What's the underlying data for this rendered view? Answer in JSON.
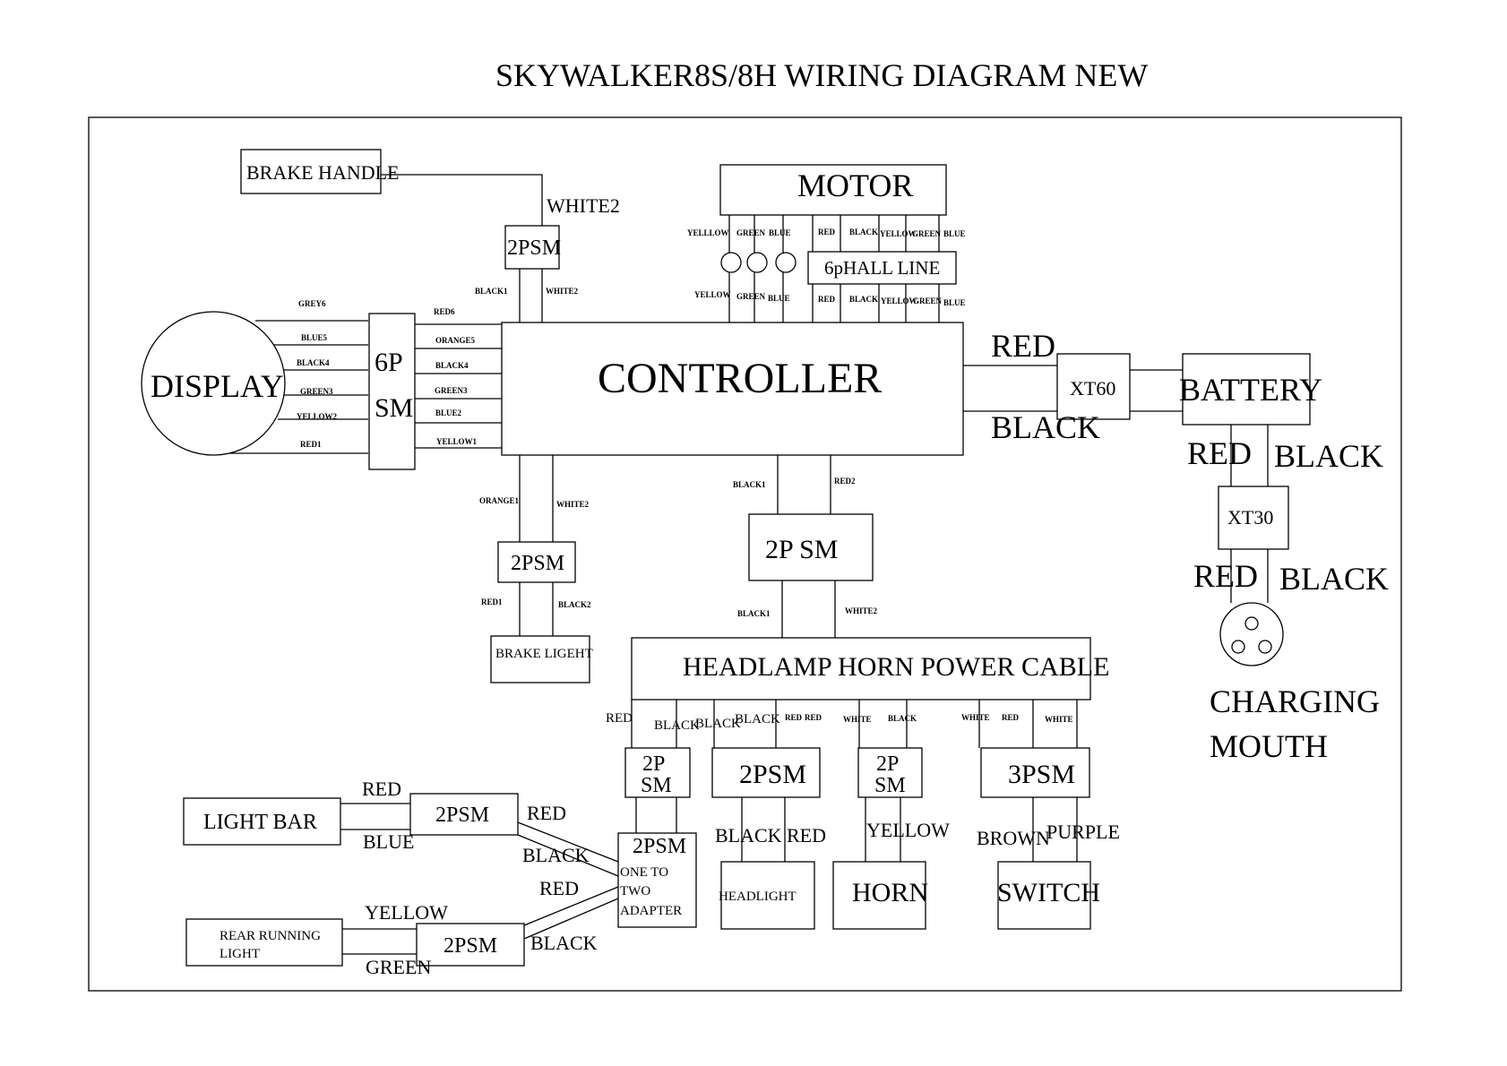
{
  "title": "SKYWALKER8S/8H WIRING DIAGRAM NEW",
  "components": {
    "brake_handle": "BRAKE HANDLE",
    "motor": "MOTOR",
    "hall_line": "6pHALL LINE",
    "display": "DISPLAY",
    "conn_6p": "6P",
    "conn_sm": "SM",
    "controller": "CONTROLLER",
    "xt60": "XT60",
    "battery": "BATTERY",
    "xt30": "XT30",
    "charging_mouth_1": "CHARGING",
    "charging_mouth_2": "MOUTH",
    "brake_2psm": "2PSM",
    "brake_light_2psm": "2PSM",
    "brake_light": "BRAKE LIGEHT",
    "ctrl_2psm": "2P SM",
    "headlamp_cable": "HEADLAMP HORN POWER CABLE",
    "sm2p_a_1": "2P",
    "sm2p_a_2": "SM",
    "headlight_2psm": "2PSM",
    "horn_2p": "2P",
    "horn_sm": "SM",
    "switch_3psm": "3PSM",
    "headlight": "HEADLIGHT",
    "horn": "HORN",
    "switch": "SWITCH",
    "adapter_2psm": "2PSM",
    "adapter_1": "ONE TO",
    "adapter_2": "TWO",
    "adapter_3": "ADAPTER",
    "light_bar": "LIGHT BAR",
    "light_bar_2psm": "2PSM",
    "rear_light_1": "REAR RUNNING",
    "rear_light_2": "LIGHT",
    "rear_2psm": "2PSM"
  },
  "wires": {
    "white2_brake": "WHITE2",
    "black1_top": "BLACK1",
    "white2_top": "WHITE2",
    "motor_top": [
      "YELLLOW",
      "GREEN",
      "BLUE",
      "RED",
      "BLACK",
      "YELLOW",
      "GREEN",
      "BLUE"
    ],
    "motor_bottom": [
      "YELLOW",
      "GREEN",
      "BLUE",
      "RED",
      "BLACK",
      "YELLOW",
      "GREEN",
      "BLUE"
    ],
    "display_left": [
      "GREY6",
      "BLUE5",
      "BLACK4",
      "GREEN3",
      "YELLOW2",
      "RED1"
    ],
    "display_right": [
      "RED6",
      "ORANGE5",
      "BLACK4",
      "GREEN3",
      "BLUE2",
      "YELLOW1"
    ],
    "ctrl_red": "RED",
    "ctrl_black": "BLACK",
    "bat_red": "RED",
    "bat_black": "BLACK",
    "xt30_red": "RED",
    "xt30_black": "BLACK",
    "orange1": "ORANGE1",
    "white2_brk": "WHITE2",
    "red1_brk": "RED1",
    "black2_brk": "BLACK2",
    "black1_mid": "BLACK1",
    "red2_mid": "RED2",
    "black1_low": "BLACK1",
    "white2_low": "WHITE2",
    "hl_red": "RED",
    "hl_black_a": "BLACK",
    "hl_black_b": "BLACK",
    "hl_black_c": "BLACK",
    "hl_red_b": "RED",
    "hl_red_c": "RED",
    "hl_white": "WHITE",
    "hl_black_d": "BLACK",
    "hl_white_b": "WHITE",
    "hl_red_d": "RED",
    "hl_white_c": "WHITE",
    "headlight_black": "BLACK",
    "headlight_red": "RED",
    "horn_yellow": "YELLOW",
    "switch_brown": "BROWN",
    "switch_purple": "PURPLE",
    "lb_red": "RED",
    "lb_blue": "BLUE",
    "lb_out_red": "RED",
    "lb_out_black": "BLACK",
    "rr_red": "RED",
    "rr_yellow": "YELLOW",
    "rr_green": "GREEN",
    "rr_black": "BLACK"
  }
}
